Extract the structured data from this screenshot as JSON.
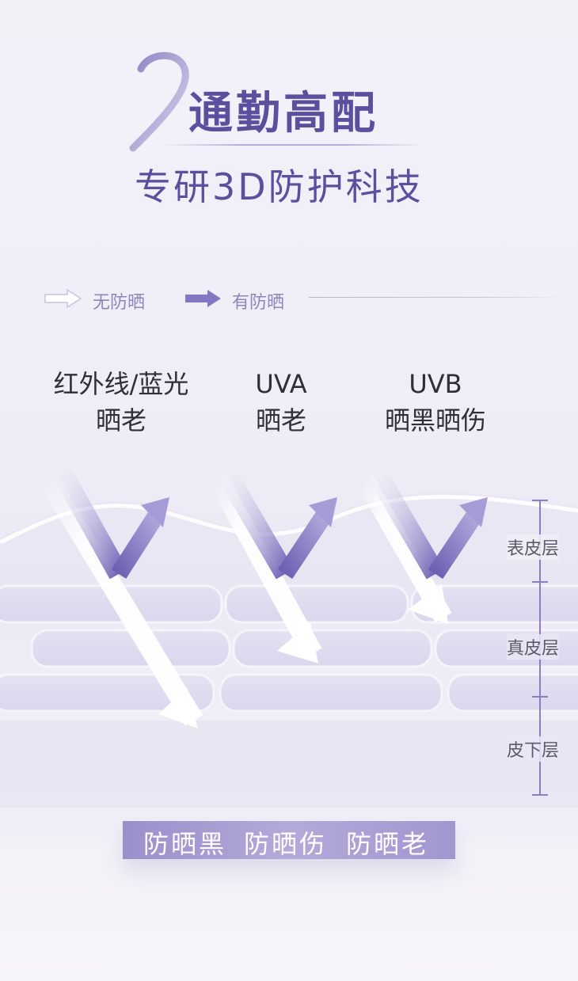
{
  "header": {
    "number": "2",
    "title": "通勤高配",
    "subtitle": "专研3D防护科技"
  },
  "legend": {
    "no_protection": "无防晒",
    "with_protection": "有防晒"
  },
  "columns": [
    {
      "line1": "红外线/蓝光",
      "line2": "晒老"
    },
    {
      "line1": "UVA",
      "line2": "晒老"
    },
    {
      "line1": "UVB",
      "line2": "晒黑晒伤"
    }
  ],
  "skin_layers": [
    "表皮层",
    "真皮层",
    "皮下层"
  ],
  "banner": {
    "items": [
      "防晒黑",
      "防晒伤",
      "防晒老"
    ]
  },
  "colors": {
    "accent": "#5c4f9e",
    "arrow_purple": "#7d70bd",
    "banner": "#a99fd5"
  }
}
